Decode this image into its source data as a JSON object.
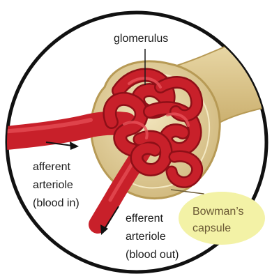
{
  "labels": {
    "glomerulus": "glomerulus",
    "afferent": [
      "afferent",
      "arteriole",
      "(blood in)"
    ],
    "efferent": [
      "efferent",
      "arteriole",
      "(blood out)"
    ],
    "bowman": [
      "Bowman’s",
      "capsule"
    ]
  },
  "colors": {
    "vessel": "#c8202a",
    "vessel_dark": "#8e0f17",
    "capsule": "#e7d6a4",
    "capsule_edge": "#b79a55",
    "highlight": "#f3f2a6",
    "frame": "#111111"
  }
}
